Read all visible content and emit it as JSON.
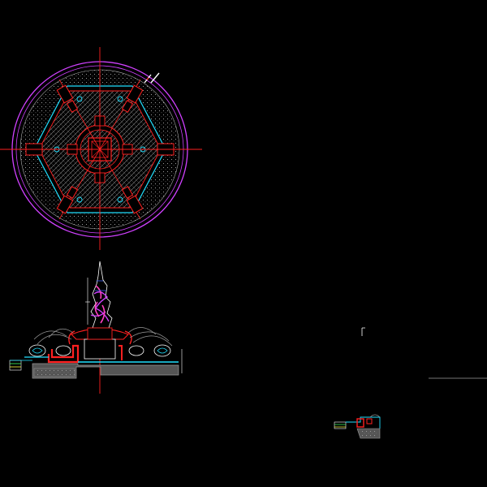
{
  "drawing": {
    "background": "#000000",
    "colors": {
      "magenta": "#d040ff",
      "red": "#ff2020",
      "cyan": "#20e0ff",
      "white": "#ffffff",
      "gray": "#9a9a9a",
      "pink": "#ff40c0",
      "blue": "#4060ff",
      "yellow": "#ffff40",
      "green": "#40ff60"
    },
    "views": [
      {
        "kind": "plan",
        "subject": "circular-fountain",
        "spokes": 6
      },
      {
        "kind": "elevation",
        "subject": "fountain-with-sculpture"
      },
      {
        "kind": "detail",
        "subject": "small-section"
      }
    ]
  }
}
